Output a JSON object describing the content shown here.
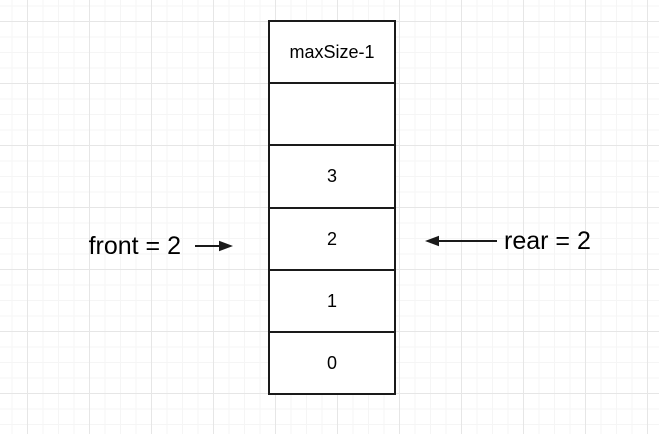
{
  "canvas": {
    "background_color": "#ffffff",
    "grid_minor_color": "#f5f5f5",
    "grid_major_color": "#e6e6e6",
    "shape_stroke_color": "#1a1a1a",
    "text_color": "#000000"
  },
  "diagram": {
    "type": "array-column",
    "cells": [
      {
        "label": "maxSize-1"
      },
      {
        "label": ""
      },
      {
        "label": "3"
      },
      {
        "label": "2"
      },
      {
        "label": "1"
      },
      {
        "label": "0"
      }
    ],
    "annotations": {
      "front_label": "front = 2",
      "front_arrow_direction": "right",
      "rear_label": "rear = 2",
      "rear_arrow_direction": "left"
    }
  }
}
